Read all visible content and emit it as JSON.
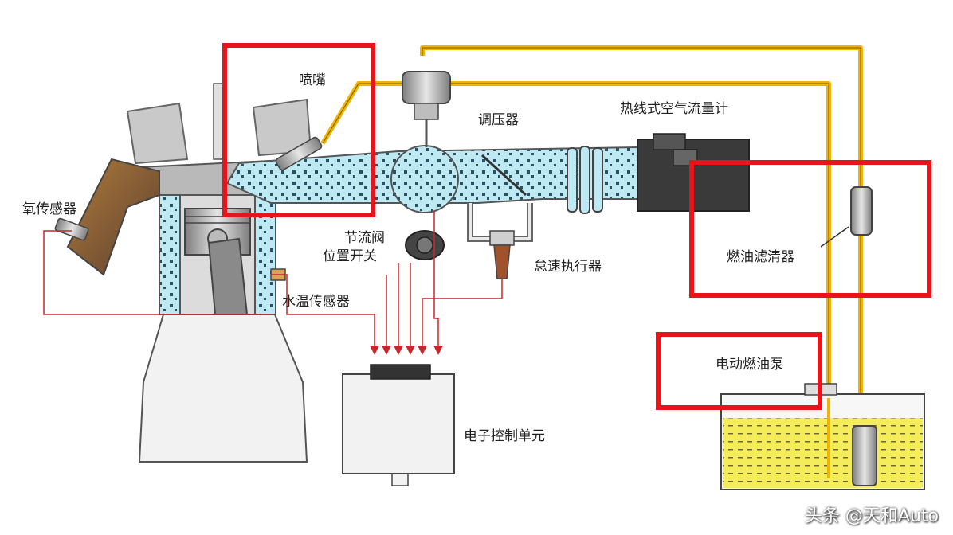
{
  "labels": {
    "injector": "喷嘴",
    "pressure_regulator": "调压器",
    "air_flow_meter": "热线式空气流量计",
    "oxygen_sensor": "氧传感器",
    "throttle_position_switch_line1": "节流阀",
    "throttle_position_switch_line2": "位置开关",
    "idle_actuator": "怠速执行器",
    "fuel_filter": "燃油滤清器",
    "water_temp_sensor": "水温传感器",
    "electric_fuel_pump": "电动燃油泵",
    "ecu": "电子控制单元"
  },
  "watermark": "头条 @天和Auto",
  "colors": {
    "highlight_box": "#e8141c",
    "signal_wire": "#c8262c",
    "fuel_line": "#f0b400",
    "air_flow": "#bfe9f2",
    "fuel_tank": "#f4ec5a",
    "engine_gray": "#9a9a9a"
  }
}
